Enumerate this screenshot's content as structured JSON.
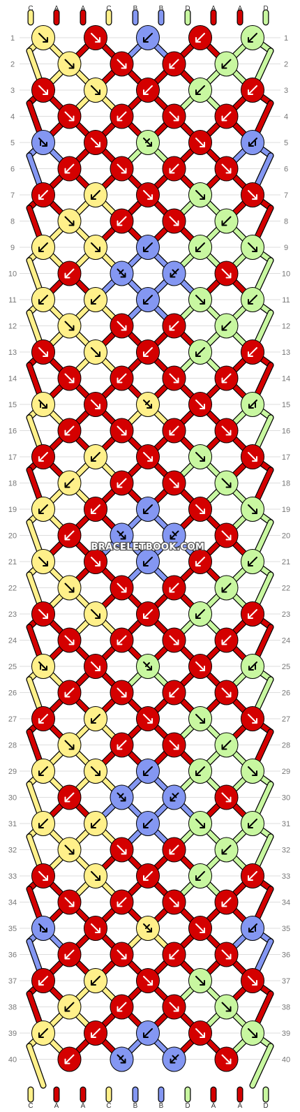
{
  "watermark": "BRACELETBOOK.COM",
  "colors": {
    "A": "#d40000",
    "B": "#8497f2",
    "C": "#fff08a",
    "D": "#c8f7a0"
  },
  "strings_top": [
    "C",
    "A",
    "A",
    "C",
    "B",
    "B",
    "D",
    "A",
    "A",
    "D"
  ],
  "strings_bottom": [
    "C",
    "A",
    "A",
    "C",
    "B",
    "B",
    "D",
    "A",
    "A",
    "D"
  ],
  "row_labels": [
    "1",
    "2",
    "3",
    "4",
    "5",
    "6",
    "7",
    "8",
    "9",
    "10",
    "11",
    "12",
    "13",
    "14",
    "15",
    "16",
    "17",
    "18",
    "19",
    "20",
    "21",
    "22",
    "23",
    "24",
    "25",
    "26",
    "27",
    "28",
    "29",
    "30",
    "31",
    "32",
    "33",
    "34",
    "35",
    "36",
    "37",
    "38",
    "39",
    "40"
  ],
  "knots": [
    [
      {
        "c": "C",
        "d": "se"
      },
      {
        "c": "A",
        "d": "se"
      },
      {
        "c": "B",
        "d": "sw"
      },
      {
        "c": "A",
        "d": "sw"
      },
      {
        "c": "D",
        "d": "sw"
      }
    ],
    [
      {
        "c": "C",
        "d": "se"
      },
      {
        "c": "A",
        "d": "se"
      },
      {
        "c": "A",
        "d": "sw"
      },
      {
        "c": "D",
        "d": "sw"
      }
    ],
    [
      {
        "c": "A",
        "d": "se"
      },
      {
        "c": "C",
        "d": "se"
      },
      {
        "c": "A",
        "d": "sw"
      },
      {
        "c": "D",
        "d": "sw"
      },
      {
        "c": "A",
        "d": "sw"
      }
    ],
    [
      {
        "c": "A",
        "d": "se"
      },
      {
        "c": "A",
        "d": "sw"
      },
      {
        "c": "A",
        "d": "se"
      },
      {
        "c": "A",
        "d": "sw"
      }
    ],
    [
      {
        "c": "B",
        "d": "ser"
      },
      {
        "c": "A",
        "d": "se"
      },
      {
        "c": "D",
        "d": "sel"
      },
      {
        "c": "A",
        "d": "se"
      },
      {
        "c": "B",
        "d": "swr"
      }
    ],
    [
      {
        "c": "A",
        "d": "sw"
      },
      {
        "c": "A",
        "d": "se"
      },
      {
        "c": "A",
        "d": "sw"
      },
      {
        "c": "A",
        "d": "se"
      }
    ],
    [
      {
        "c": "A",
        "d": "sw"
      },
      {
        "c": "C",
        "d": "sw"
      },
      {
        "c": "A",
        "d": "se"
      },
      {
        "c": "D",
        "d": "se"
      },
      {
        "c": "A",
        "d": "se"
      }
    ],
    [
      {
        "c": "C",
        "d": "se"
      },
      {
        "c": "A",
        "d": "sw"
      },
      {
        "c": "A",
        "d": "se"
      },
      {
        "c": "D",
        "d": "sw"
      }
    ],
    [
      {
        "c": "C",
        "d": "sw"
      },
      {
        "c": "C",
        "d": "se"
      },
      {
        "c": "B",
        "d": "sw"
      },
      {
        "c": "D",
        "d": "sw"
      },
      {
        "c": "D",
        "d": "se"
      }
    ],
    [
      {
        "c": "A",
        "d": "sw"
      },
      {
        "c": "B",
        "d": "sel"
      },
      {
        "c": "B",
        "d": "swl"
      },
      {
        "c": "A",
        "d": "se"
      }
    ],
    [
      {
        "c": "C",
        "d": "sw"
      },
      {
        "c": "C",
        "d": "sw"
      },
      {
        "c": "B",
        "d": "sw"
      },
      {
        "c": "D",
        "d": "se"
      },
      {
        "c": "D",
        "d": "sw"
      }
    ],
    [
      {
        "c": "C",
        "d": "se"
      },
      {
        "c": "A",
        "d": "se"
      },
      {
        "c": "A",
        "d": "sw"
      },
      {
        "c": "D",
        "d": "sw"
      }
    ],
    [
      {
        "c": "A",
        "d": "se"
      },
      {
        "c": "C",
        "d": "se"
      },
      {
        "c": "A",
        "d": "sw"
      },
      {
        "c": "D",
        "d": "sw"
      },
      {
        "c": "A",
        "d": "sw"
      }
    ],
    [
      {
        "c": "A",
        "d": "se"
      },
      {
        "c": "A",
        "d": "sw"
      },
      {
        "c": "A",
        "d": "se"
      },
      {
        "c": "A",
        "d": "sw"
      }
    ],
    [
      {
        "c": "C",
        "d": "ser"
      },
      {
        "c": "A",
        "d": "se"
      },
      {
        "c": "C",
        "d": "sel"
      },
      {
        "c": "A",
        "d": "se"
      },
      {
        "c": "D",
        "d": "swr"
      }
    ],
    [
      {
        "c": "A",
        "d": "sw"
      },
      {
        "c": "A",
        "d": "se"
      },
      {
        "c": "A",
        "d": "sw"
      },
      {
        "c": "A",
        "d": "se"
      }
    ],
    [
      {
        "c": "A",
        "d": "sw"
      },
      {
        "c": "C",
        "d": "sw"
      },
      {
        "c": "A",
        "d": "se"
      },
      {
        "c": "D",
        "d": "se"
      },
      {
        "c": "A",
        "d": "se"
      }
    ],
    [
      {
        "c": "C",
        "d": "sw"
      },
      {
        "c": "A",
        "d": "sw"
      },
      {
        "c": "A",
        "d": "se"
      },
      {
        "c": "D",
        "d": "se"
      }
    ],
    [
      {
        "c": "C",
        "d": "sw"
      },
      {
        "c": "A",
        "d": "sw"
      },
      {
        "c": "B",
        "d": "sw"
      },
      {
        "c": "A",
        "d": "se"
      },
      {
        "c": "D",
        "d": "se"
      }
    ],
    [
      {
        "c": "A",
        "d": "sw"
      },
      {
        "c": "B",
        "d": "sel"
      },
      {
        "c": "B",
        "d": "swl"
      },
      {
        "c": "A",
        "d": "se"
      }
    ],
    [
      {
        "c": "C",
        "d": "se"
      },
      {
        "c": "A",
        "d": "se"
      },
      {
        "c": "B",
        "d": "sw"
      },
      {
        "c": "A",
        "d": "sw"
      },
      {
        "c": "D",
        "d": "sw"
      }
    ],
    [
      {
        "c": "C",
        "d": "se"
      },
      {
        "c": "A",
        "d": "se"
      },
      {
        "c": "A",
        "d": "sw"
      },
      {
        "c": "D",
        "d": "sw"
      }
    ],
    [
      {
        "c": "A",
        "d": "se"
      },
      {
        "c": "C",
        "d": "se"
      },
      {
        "c": "A",
        "d": "sw"
      },
      {
        "c": "D",
        "d": "sw"
      },
      {
        "c": "A",
        "d": "sw"
      }
    ],
    [
      {
        "c": "A",
        "d": "se"
      },
      {
        "c": "A",
        "d": "sw"
      },
      {
        "c": "A",
        "d": "se"
      },
      {
        "c": "A",
        "d": "sw"
      }
    ],
    [
      {
        "c": "C",
        "d": "ser"
      },
      {
        "c": "A",
        "d": "se"
      },
      {
        "c": "D",
        "d": "sel"
      },
      {
        "c": "A",
        "d": "se"
      },
      {
        "c": "D",
        "d": "swr"
      }
    ],
    [
      {
        "c": "A",
        "d": "sw"
      },
      {
        "c": "A",
        "d": "se"
      },
      {
        "c": "A",
        "d": "sw"
      },
      {
        "c": "A",
        "d": "se"
      }
    ],
    [
      {
        "c": "A",
        "d": "sw"
      },
      {
        "c": "C",
        "d": "sw"
      },
      {
        "c": "A",
        "d": "se"
      },
      {
        "c": "D",
        "d": "se"
      },
      {
        "c": "A",
        "d": "se"
      }
    ],
    [
      {
        "c": "C",
        "d": "se"
      },
      {
        "c": "A",
        "d": "sw"
      },
      {
        "c": "A",
        "d": "se"
      },
      {
        "c": "D",
        "d": "sw"
      }
    ],
    [
      {
        "c": "C",
        "d": "sw"
      },
      {
        "c": "C",
        "d": "se"
      },
      {
        "c": "B",
        "d": "sw"
      },
      {
        "c": "D",
        "d": "sw"
      },
      {
        "c": "D",
        "d": "se"
      }
    ],
    [
      {
        "c": "A",
        "d": "sw"
      },
      {
        "c": "B",
        "d": "sel"
      },
      {
        "c": "B",
        "d": "swl"
      },
      {
        "c": "A",
        "d": "se"
      }
    ],
    [
      {
        "c": "C",
        "d": "sw"
      },
      {
        "c": "C",
        "d": "sw"
      },
      {
        "c": "B",
        "d": "sw"
      },
      {
        "c": "D",
        "d": "se"
      },
      {
        "c": "D",
        "d": "sw"
      }
    ],
    [
      {
        "c": "C",
        "d": "se"
      },
      {
        "c": "A",
        "d": "se"
      },
      {
        "c": "A",
        "d": "sw"
      },
      {
        "c": "D",
        "d": "sw"
      }
    ],
    [
      {
        "c": "A",
        "d": "se"
      },
      {
        "c": "C",
        "d": "se"
      },
      {
        "c": "A",
        "d": "sw"
      },
      {
        "c": "D",
        "d": "sw"
      },
      {
        "c": "A",
        "d": "sw"
      }
    ],
    [
      {
        "c": "A",
        "d": "se"
      },
      {
        "c": "A",
        "d": "sw"
      },
      {
        "c": "A",
        "d": "se"
      },
      {
        "c": "A",
        "d": "sw"
      }
    ],
    [
      {
        "c": "B",
        "d": "ser"
      },
      {
        "c": "A",
        "d": "se"
      },
      {
        "c": "C",
        "d": "sel"
      },
      {
        "c": "A",
        "d": "se"
      },
      {
        "c": "B",
        "d": "swr"
      }
    ],
    [
      {
        "c": "A",
        "d": "sw"
      },
      {
        "c": "A",
        "d": "se"
      },
      {
        "c": "A",
        "d": "sw"
      },
      {
        "c": "A",
        "d": "se"
      }
    ],
    [
      {
        "c": "A",
        "d": "sw"
      },
      {
        "c": "C",
        "d": "sw"
      },
      {
        "c": "A",
        "d": "se"
      },
      {
        "c": "D",
        "d": "se"
      },
      {
        "c": "A",
        "d": "se"
      }
    ],
    [
      {
        "c": "C",
        "d": "sw"
      },
      {
        "c": "A",
        "d": "sw"
      },
      {
        "c": "A",
        "d": "se"
      },
      {
        "c": "D",
        "d": "se"
      }
    ],
    [
      {
        "c": "C",
        "d": "sw"
      },
      {
        "c": "A",
        "d": "sw"
      },
      {
        "c": "B",
        "d": "sw"
      },
      {
        "c": "A",
        "d": "se"
      },
      {
        "c": "D",
        "d": "se"
      }
    ],
    [
      {
        "c": "A",
        "d": "sw"
      },
      {
        "c": "B",
        "d": "sel"
      },
      {
        "c": "B",
        "d": "swl"
      },
      {
        "c": "A",
        "d": "se"
      }
    ]
  ]
}
